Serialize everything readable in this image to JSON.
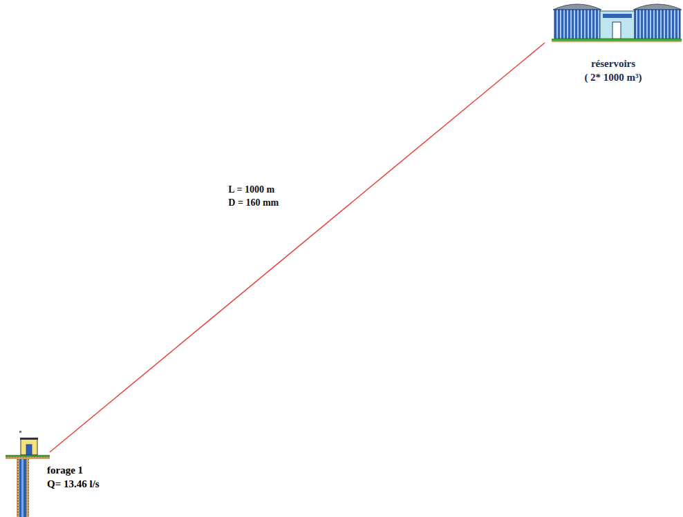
{
  "diagram": {
    "nodes": [
      {
        "text": [
          "forage 1",
          "Q= 13.46 l/s"
        ]
      },
      {
        "text": [
          "réservoirs",
          "( 2* 1000 m³)"
        ]
      }
    ],
    "edges": [
      {
        "from": 0,
        "to": 1,
        "label": "L = 1000 m D = 160 mm",
        "arrow": "none"
      }
    ]
  }
}
